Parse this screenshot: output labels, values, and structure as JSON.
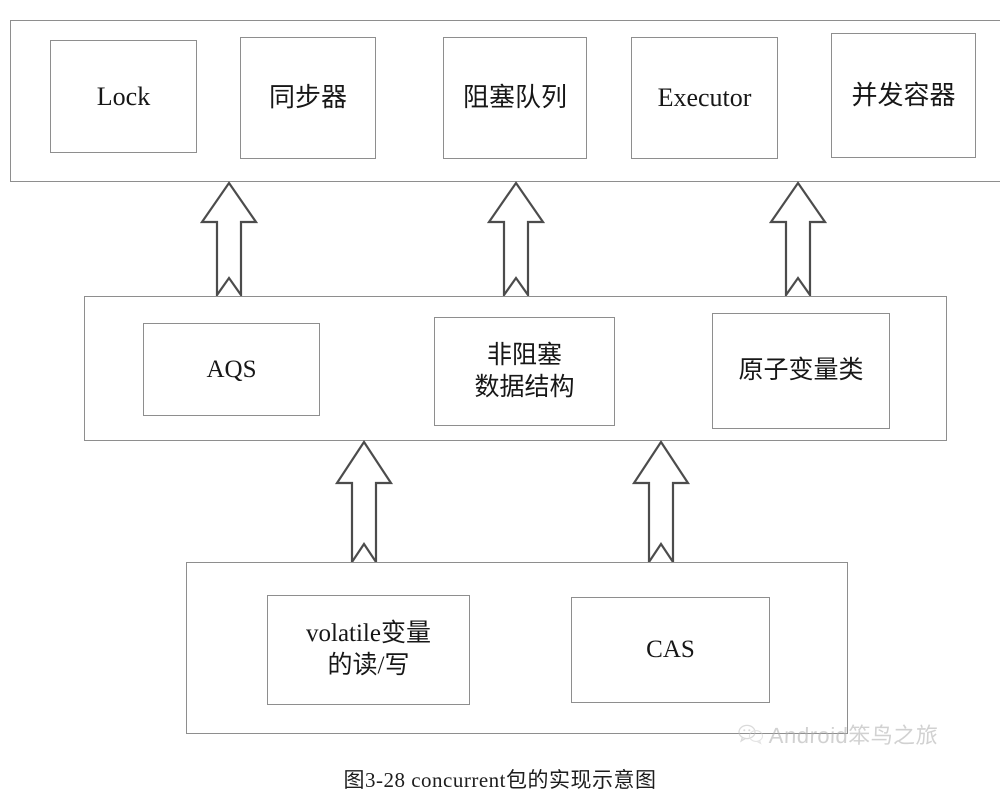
{
  "figure": {
    "caption": "图3-28  concurrent包的实现示意图",
    "colors": {
      "box_stroke": "#8e8e8e",
      "arrow_stroke": "#4c4c4c",
      "arrow_fill": "#ffffff",
      "background": "#ffffff",
      "text": "#171717",
      "watermark": "#adadad"
    }
  },
  "layers": [
    {
      "id": "top",
      "name": "concurrent-api-layer",
      "nodes": [
        {
          "label": "Lock",
          "name": "node-lock"
        },
        {
          "label": "同步器",
          "name": "node-synchronizer"
        },
        {
          "label": "阻塞队列",
          "name": "node-blocking-queue"
        },
        {
          "label": "Executor",
          "name": "node-executor"
        },
        {
          "label": "并发容器",
          "name": "node-concurrent-container"
        }
      ]
    },
    {
      "id": "middle",
      "name": "concurrent-foundation-layer",
      "nodes": [
        {
          "label": "AQS",
          "name": "node-aqs"
        },
        {
          "label": "非阻塞\n数据结构",
          "name": "node-nonblocking-data-structure"
        },
        {
          "label": "原子变量类",
          "name": "node-atomic-variable-class"
        }
      ]
    },
    {
      "id": "bottom",
      "name": "concurrent-primitive-layer",
      "nodes": [
        {
          "label": "volatile变量\n的读/写",
          "name": "node-volatile-read-write"
        },
        {
          "label": "CAS",
          "name": "node-cas"
        }
      ]
    }
  ],
  "arrows": [
    {
      "name": "arrow-aqs-to-lock",
      "from": "middle",
      "to": "top"
    },
    {
      "name": "arrow-nonblocking-to-queue",
      "from": "middle",
      "to": "top"
    },
    {
      "name": "arrow-atomic-to-executor",
      "from": "middle",
      "to": "top"
    },
    {
      "name": "arrow-volatile-to-aqs",
      "from": "bottom",
      "to": "middle"
    },
    {
      "name": "arrow-cas-to-nonblocking",
      "from": "bottom",
      "to": "middle"
    }
  ],
  "watermark": {
    "text": "Android笨鸟之旅",
    "icon": "wechat-chat-icon"
  }
}
